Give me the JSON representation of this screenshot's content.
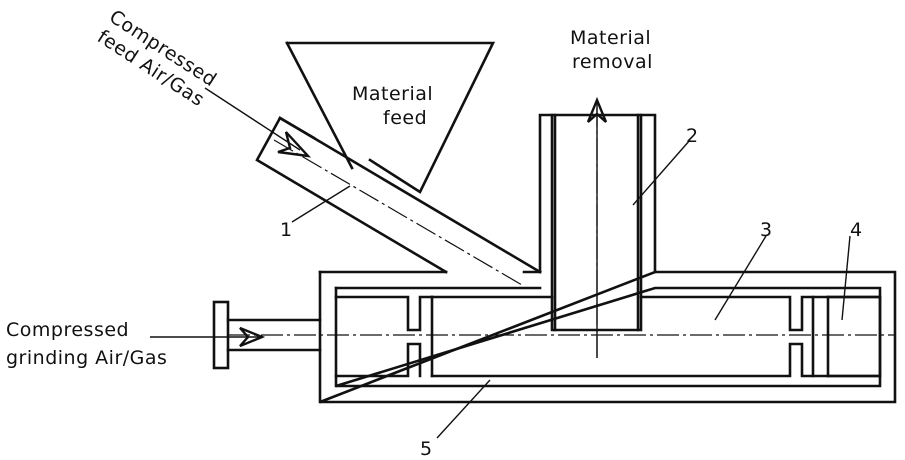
{
  "labels": {
    "feed_air_line1": "Compressed",
    "feed_air_line2": "feed Air/Gas",
    "material_feed_line1": "Material",
    "material_feed_line2": "feed",
    "material_removal_line1": "Material",
    "material_removal_line2": "removal",
    "grinding_air_line1": "Compressed",
    "grinding_air_line2": "grinding Air/Gas"
  },
  "callouts": [
    "1",
    "2",
    "3",
    "4",
    "5"
  ]
}
